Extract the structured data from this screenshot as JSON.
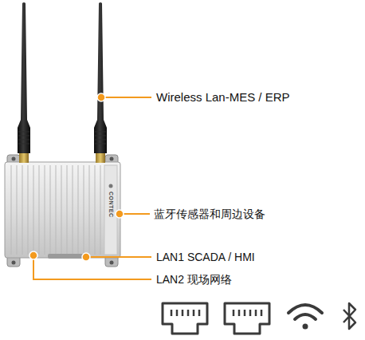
{
  "diagram": {
    "labels": [
      "Wireless Lan-MES / ERP",
      "CONTEC",
      "蓝牙传感器和周边设备",
      "LAN1 SCADA / HMI",
      "LAN2 现场网络"
    ]
  }
}
